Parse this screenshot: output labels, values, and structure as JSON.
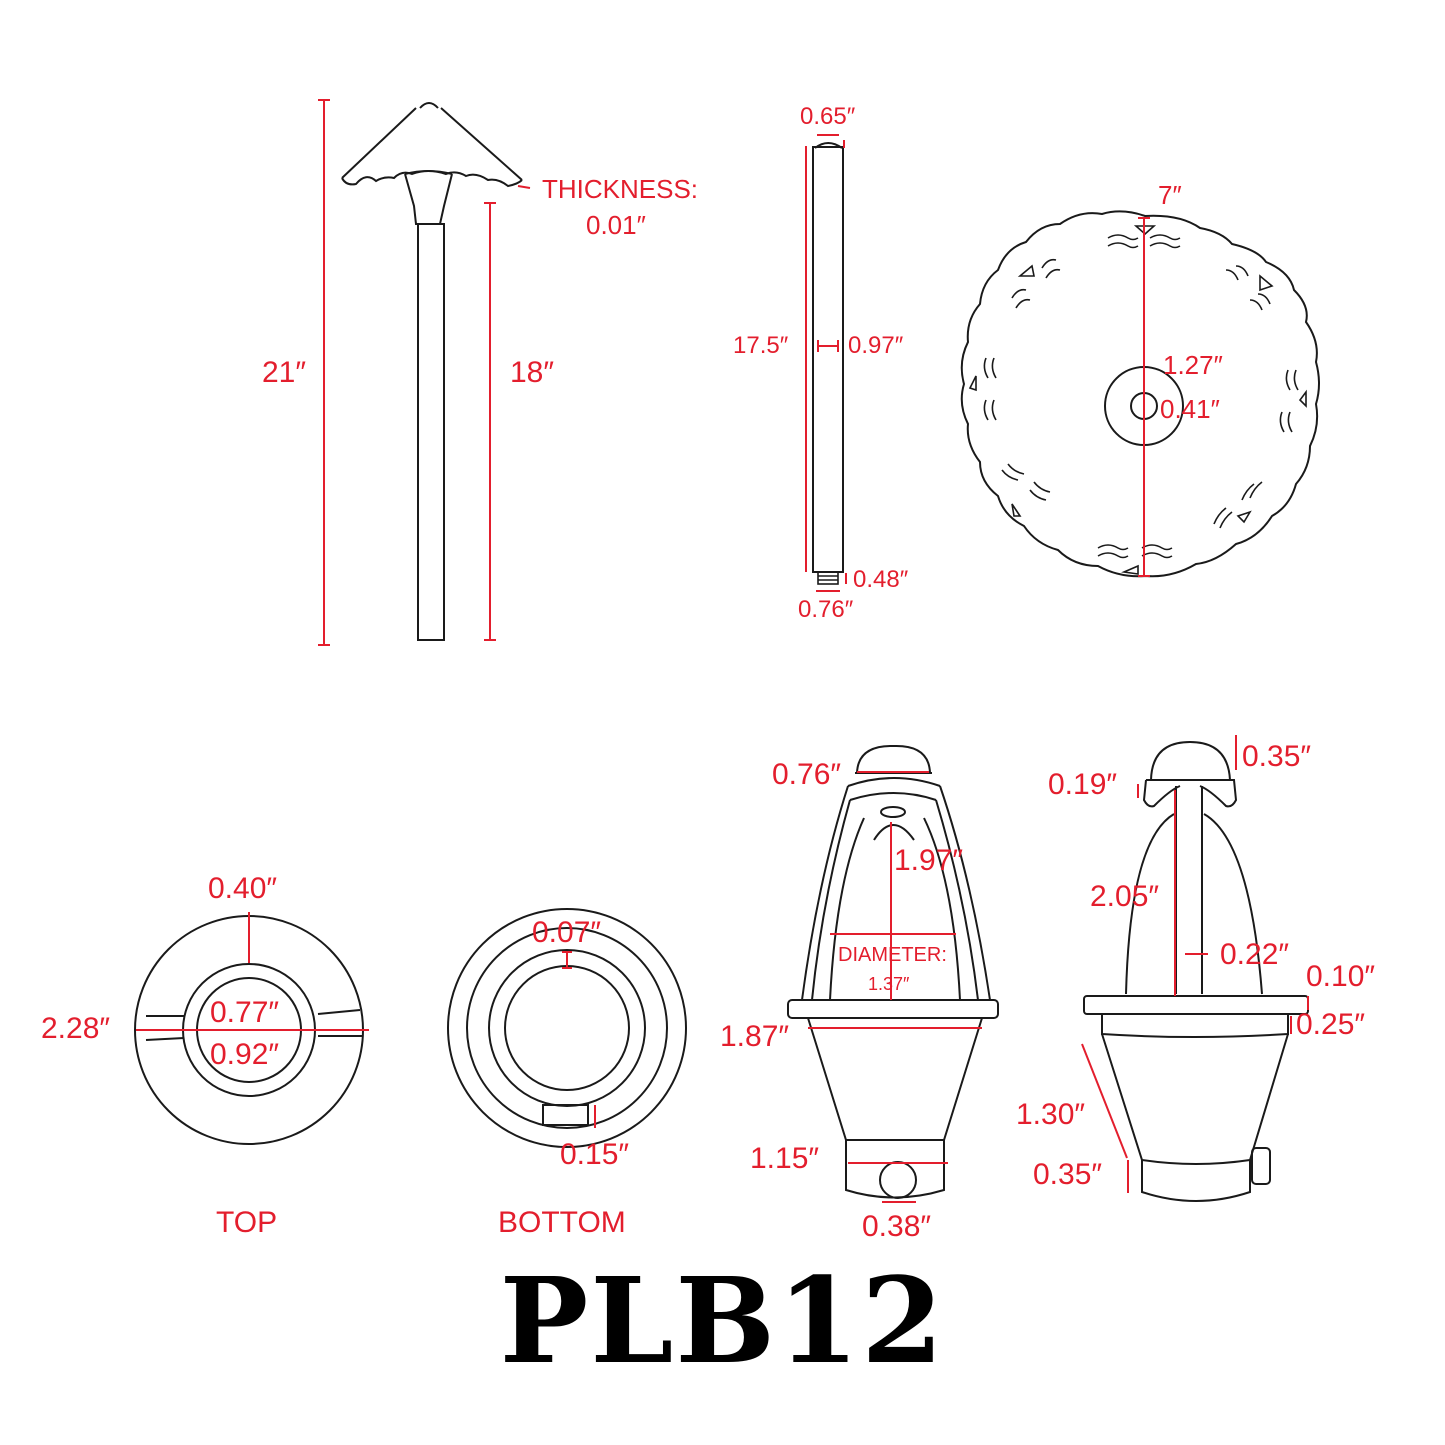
{
  "drawing": {
    "model": "PLB12",
    "accent_color": "#e31e2d",
    "line_color": "#1a1a1a"
  },
  "views": {
    "assembled": {
      "overall_height": "21″",
      "stem_height": "18″",
      "thickness_label": "THICKNESS:",
      "thickness_value": "0.01″"
    },
    "stem": {
      "cap_width": "0.65″",
      "length": "17.5″",
      "diameter": "0.97″",
      "thread_length": "0.48″",
      "thread_diameter": "0.76″"
    },
    "shade_top": {
      "diameter": "7″",
      "ring_outer": "1.27″",
      "ring_inner": "0.41″"
    },
    "top_view": {
      "caption": "TOP",
      "wall": "0.40″",
      "outer_diameter": "2.28″",
      "inner_diameter_a": "0.77″",
      "inner_diameter_b": "0.92″"
    },
    "bottom_view": {
      "caption": "BOTTOM",
      "ring_gap": "0.07″",
      "slot": "0.15″"
    },
    "front_view": {
      "cap_width": "0.76″",
      "cage_height": "1.97″",
      "diameter_label": "DIAMETER:",
      "diameter_value": "1.37″",
      "collar_width": "1.87″",
      "base_width": "1.15″",
      "knob": "0.38″"
    },
    "side_view": {
      "cap_height": "0.35″",
      "cap_rim": "0.19″",
      "post_height": "2.05″",
      "post_width": "0.22″",
      "flange": "0.10″",
      "collar": "0.25″",
      "taper": "1.30″",
      "base": "0.35″"
    }
  }
}
